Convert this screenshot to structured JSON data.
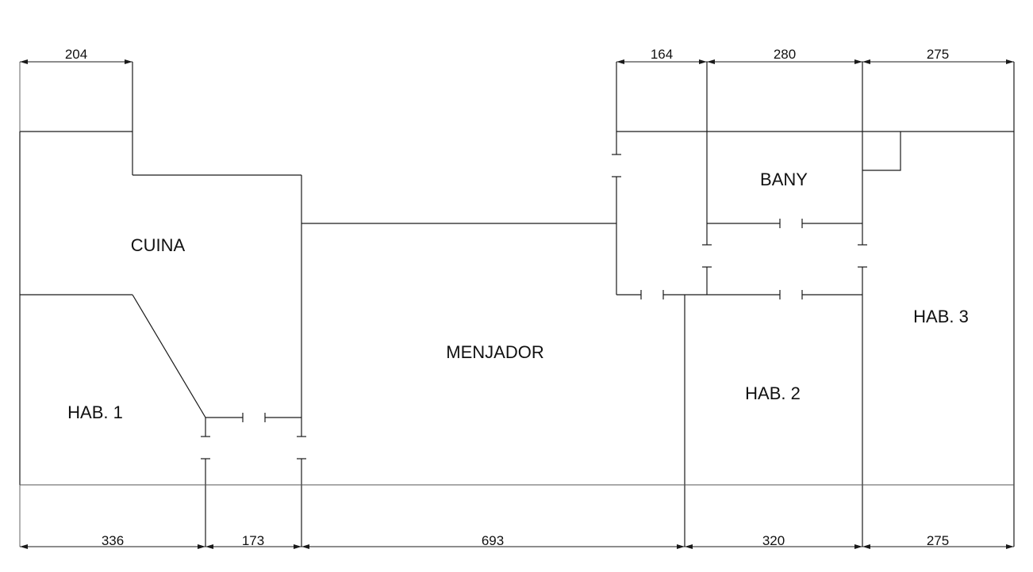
{
  "rooms": {
    "cuina": "CUINA",
    "menjador": "MENJADOR",
    "bany": "BANY",
    "hab1": "HAB. 1",
    "hab2": "HAB. 2",
    "hab3": "HAB. 3"
  },
  "dimensions_top": [
    "204",
    "164",
    "280",
    "275"
  ],
  "dimensions_bottom": [
    "336",
    "173",
    "693",
    "320",
    "275"
  ],
  "colors": {
    "line": "#1a1a1a",
    "background": "#ffffff"
  }
}
